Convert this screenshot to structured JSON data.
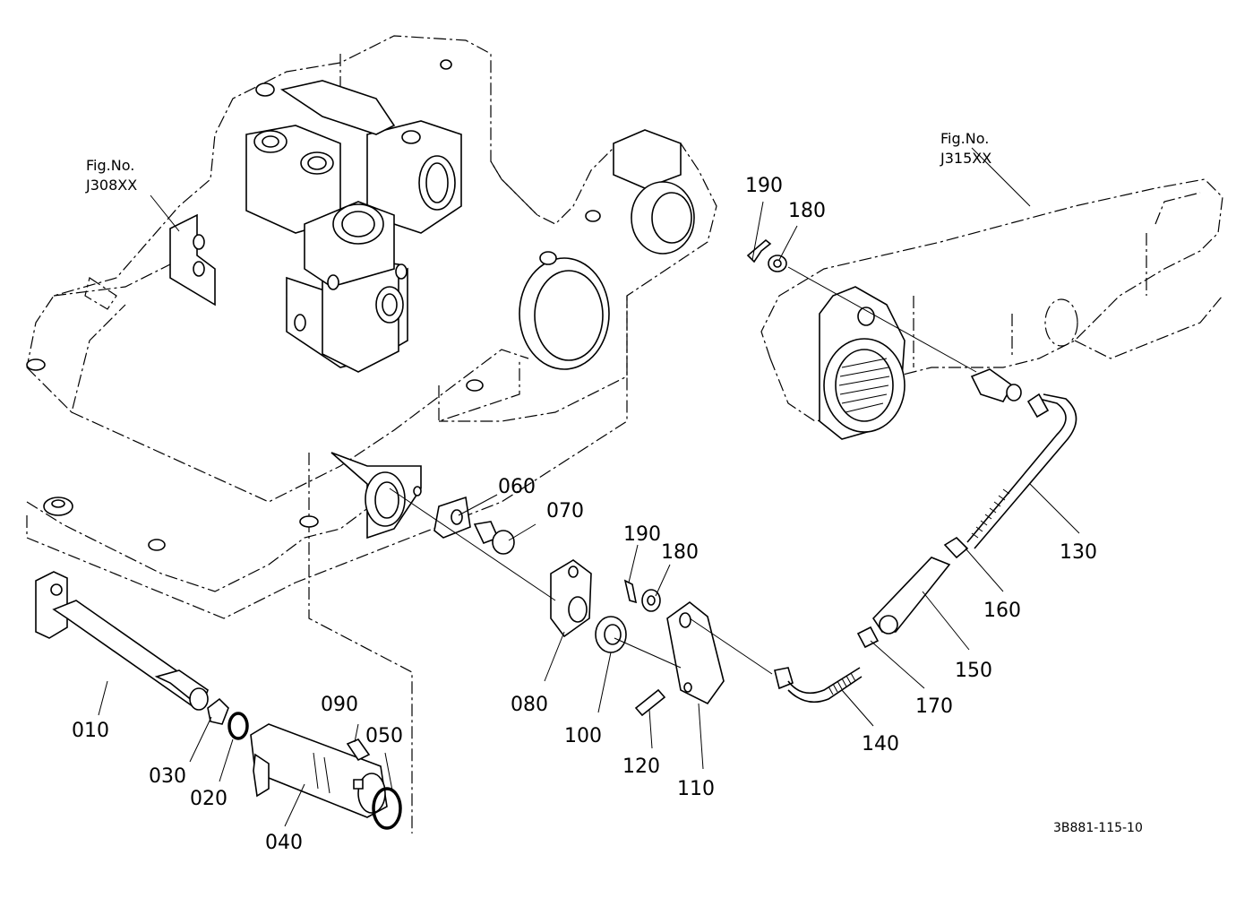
{
  "drawing_code": "3B881-115-10",
  "references": [
    {
      "id": "ref-left",
      "line1": "Fig.No.",
      "line2": "J308XX"
    },
    {
      "id": "ref-right",
      "line1": "Fig.No.",
      "line2": "J315XX"
    }
  ],
  "callouts": {
    "c010": "010",
    "c020": "020",
    "c030": "030",
    "c040": "040",
    "c050": "050",
    "c060": "060",
    "c070": "070",
    "c080": "080",
    "c090": "090",
    "c100": "100",
    "c110": "110",
    "c120": "120",
    "c130": "130",
    "c140": "140",
    "c150": "150",
    "c160": "160",
    "c170": "170",
    "c180a": "180",
    "c190a": "190",
    "c180b": "180",
    "c190b": "190"
  }
}
